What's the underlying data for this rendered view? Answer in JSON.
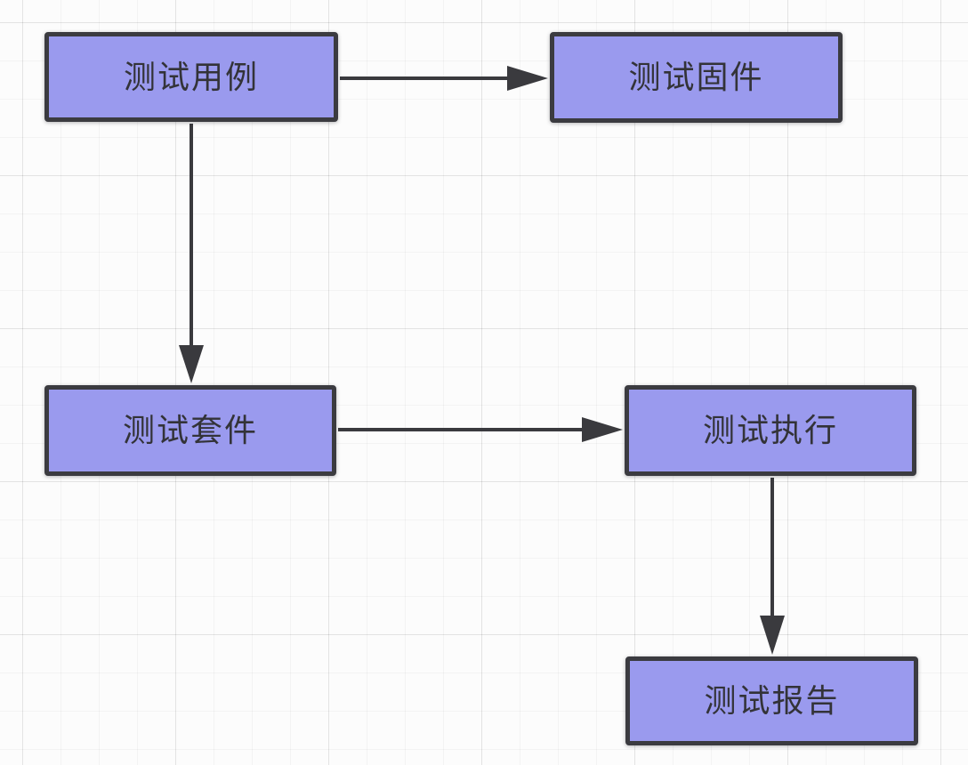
{
  "diagram": {
    "title": "test-flow-diagram",
    "colors": {
      "node_fill": "#9a9aee",
      "node_border": "#3b3b40",
      "arrow": "#3a3a3e",
      "background": "#fcfcfc",
      "grid_line": "#ececec"
    },
    "nodes": [
      {
        "id": "test-case",
        "label": "测试用例"
      },
      {
        "id": "test-fixture",
        "label": "测试固件"
      },
      {
        "id": "test-suite",
        "label": "测试套件"
      },
      {
        "id": "test-execution",
        "label": "测试执行"
      },
      {
        "id": "test-report",
        "label": "测试报告"
      }
    ],
    "edges": [
      {
        "from": "测试用例",
        "to": "测试固件",
        "direction": "right"
      },
      {
        "from": "测试用例",
        "to": "测试套件",
        "direction": "down"
      },
      {
        "from": "测试套件",
        "to": "测试执行",
        "direction": "right"
      },
      {
        "from": "测试执行",
        "to": "测试报告",
        "direction": "down"
      }
    ]
  }
}
